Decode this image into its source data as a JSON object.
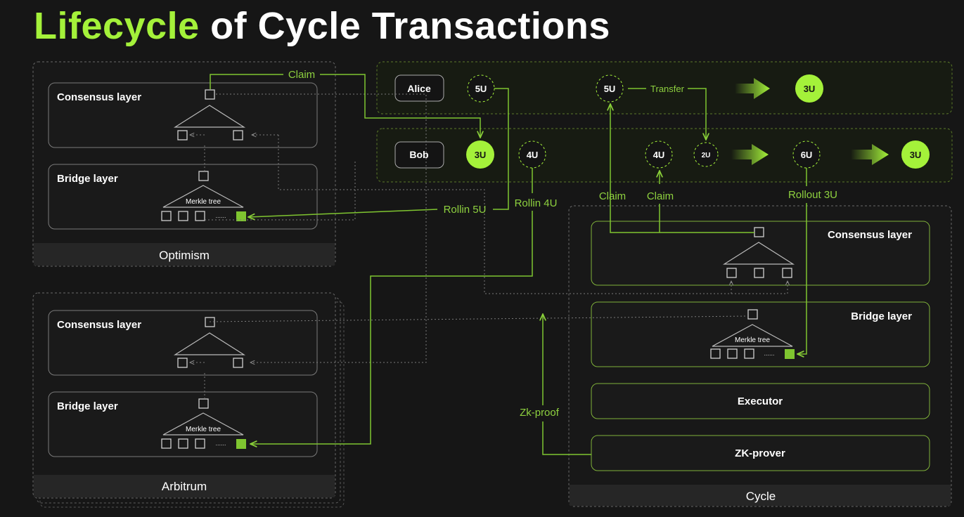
{
  "title": {
    "accent": "Lifecycle",
    "rest": "of Cycle Transactions"
  },
  "colors": {
    "accent": "#a4f13a",
    "line": "#7fc530",
    "dark_fill": "#161616",
    "panel": "#1e1e1e"
  },
  "chains": {
    "optimism": {
      "name": "Optimism",
      "consensus": "Consensus layer",
      "bridge": "Bridge layer",
      "merkle": "Merkle tree",
      "dots": "......"
    },
    "arbitrum": {
      "name": "Arbitrum",
      "consensus": "Consensus layer",
      "bridge": "Bridge layer",
      "merkle": "Merkle tree",
      "dots": "......"
    },
    "cycle": {
      "name": "Cycle",
      "consensus": "Consensus layer",
      "bridge": "Bridge layer",
      "merkle": "Merkle tree",
      "dots": "......",
      "executor": "Executor",
      "prover": "ZK-prover"
    }
  },
  "users": {
    "alice": "Alice",
    "bob": "Bob"
  },
  "tokens": {
    "alice_5u_a": "5U",
    "alice_5u_b": "5U",
    "alice_3u": "3U",
    "bob_3u": "3U",
    "bob_4u_a": "4U",
    "bob_4u_b": "4U",
    "bob_2u": "2U",
    "bob_6u": "6U",
    "bob_3u_end": "3U"
  },
  "flows": {
    "claim_top": "Claim",
    "transfer": "Transfer",
    "claim_left": "Claim",
    "claim_right": "Claim",
    "rollin_5u": "Rollin 5U",
    "rollin_4u": "Rollin 4U",
    "rollout_3u": "Rollout 3U",
    "zk_proof": "Zk-proof"
  }
}
